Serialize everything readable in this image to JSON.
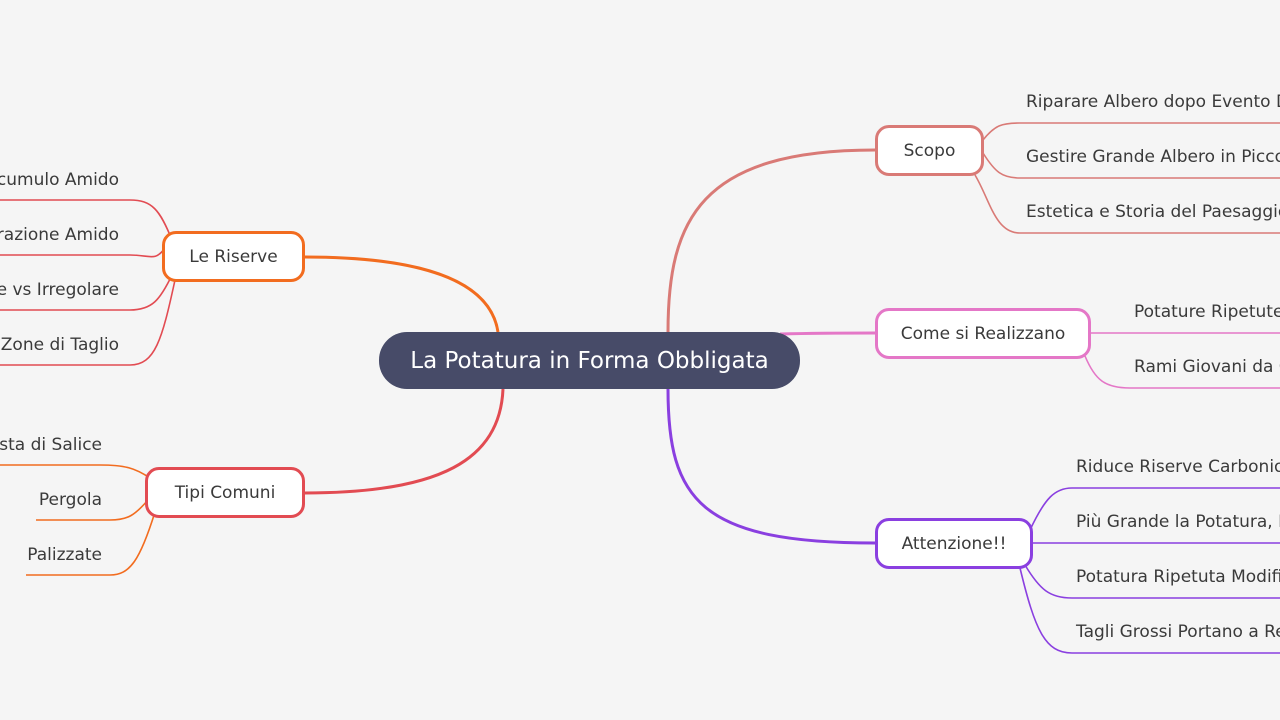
{
  "root": {
    "label": "La Potatura in Forma Obbligata"
  },
  "colors": {
    "scopo": "#d97a76",
    "come": "#e477c7",
    "attenzione": "#8a3fe0",
    "riserve": "#f26c1f",
    "riserve_children": "#e24b52",
    "tipi": "#e24b52",
    "tipi_children": "#f26c1f"
  },
  "right": {
    "scopo": {
      "label": "Scopo",
      "children": [
        "Riparare Albero dopo Evento D",
        "Gestire Grande Albero in Piccol",
        "Estetica e Storia del Paesaggio"
      ]
    },
    "come": {
      "label": "Come si Realizzano",
      "children": [
        "Potature Ripetute",
        "Rami Giovani da C"
      ]
    },
    "attenzione": {
      "label": "Attenzione!!",
      "children": [
        "Riduce Riserve Carbonio",
        "Più Grande la Potatura, M",
        "Potatura Ripetuta Modifi",
        "Tagli Grossi Portano a Re"
      ]
    }
  },
  "left": {
    "riserve": {
      "label": "Le Riserve",
      "children": [
        "cumulo Amido",
        "razione Amido",
        "re vs Irregolare",
        "Zone di Taglio"
      ]
    },
    "tipi": {
      "label": "Tipi Comuni",
      "children": [
        "esta di Salice",
        "Pergola",
        "Palizzate"
      ]
    }
  }
}
